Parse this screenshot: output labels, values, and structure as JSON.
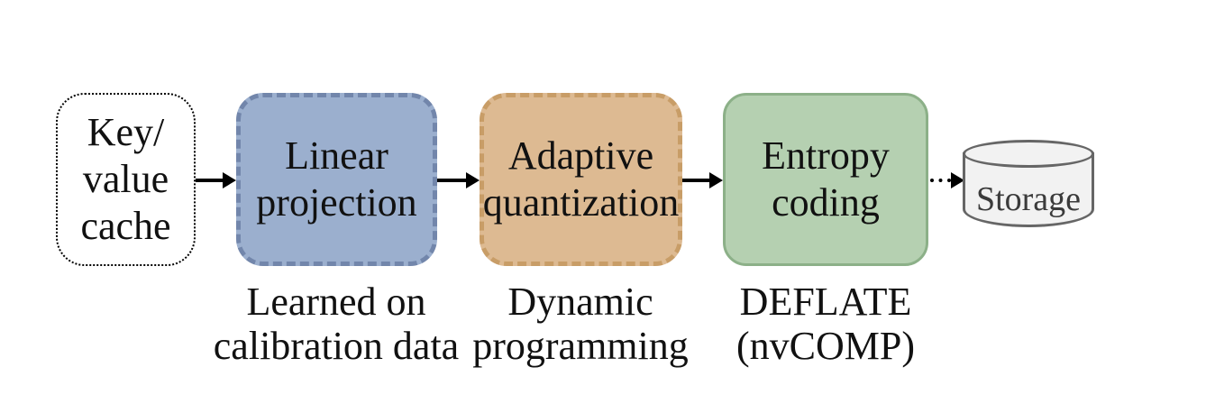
{
  "figure": {
    "background": "#ffffff",
    "text_color": "#111111",
    "nodes": [
      {
        "id": "kv-cache",
        "shape": "rounded-box",
        "lines": [
          "Key/",
          "value",
          "cache"
        ],
        "fill": "#ffffff",
        "border_color": "#000000",
        "border_style": "dotted"
      },
      {
        "id": "linear-projection",
        "shape": "rounded-box",
        "lines": [
          "Linear",
          "projection"
        ],
        "fill": "#9bafce",
        "border_color": "#7286ab",
        "border_style": "dashed",
        "caption_lines": [
          "Learned on",
          "calibration data"
        ]
      },
      {
        "id": "adaptive-quantization",
        "shape": "rounded-box",
        "lines": [
          "Adaptive",
          "quantization"
        ],
        "fill": "#ddba92",
        "border_color": "#c89d67",
        "border_style": "dashed",
        "caption_lines": [
          "Dynamic",
          "programming"
        ]
      },
      {
        "id": "entropy-coding",
        "shape": "rounded-box",
        "lines": [
          "Entropy",
          "coding"
        ],
        "fill": "#b5d0b1",
        "border_color": "#8cb088",
        "border_style": "solid",
        "caption_lines": [
          "DEFLATE",
          "(nvCOMP)"
        ]
      },
      {
        "id": "storage",
        "shape": "cylinder",
        "lines": [
          "Storage"
        ],
        "fill": "#f2f2f2",
        "border_color": "#666666",
        "text_color": "#3b3b3b"
      }
    ],
    "connectors": [
      {
        "from": "kv-cache",
        "to": "linear-projection",
        "line_style": "solid",
        "color": "#000000"
      },
      {
        "from": "linear-projection",
        "to": "adaptive-quantization",
        "line_style": "solid",
        "color": "#000000"
      },
      {
        "from": "adaptive-quantization",
        "to": "entropy-coding",
        "line_style": "solid",
        "color": "#000000"
      },
      {
        "from": "entropy-coding",
        "to": "storage",
        "line_style": "dotted",
        "color": "#000000"
      }
    ]
  }
}
